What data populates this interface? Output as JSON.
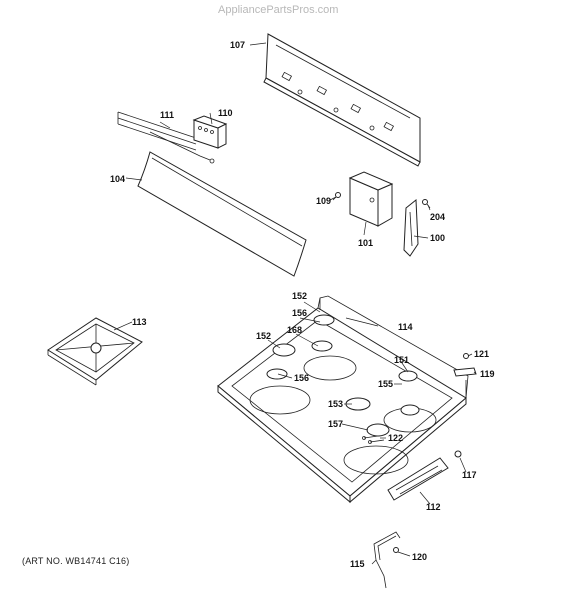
{
  "watermark": "AppliancePartsPros.com",
  "art_no": "(ART NO. WB14741 C16)",
  "callouts": {
    "c107": "107",
    "c111": "111",
    "c110": "110",
    "c104": "104",
    "c109": "109",
    "c204": "204",
    "c101": "101",
    "c100": "100",
    "c152a": "152",
    "c114": "114",
    "c156a": "156",
    "c113": "113",
    "c168": "168",
    "c152b": "152",
    "c121": "121",
    "c151": "151",
    "c119": "119",
    "c156b": "156",
    "c155": "155",
    "c153": "153",
    "c157": "157",
    "c122": "122",
    "c117": "117",
    "c112": "112",
    "c120": "120",
    "c115": "115"
  }
}
